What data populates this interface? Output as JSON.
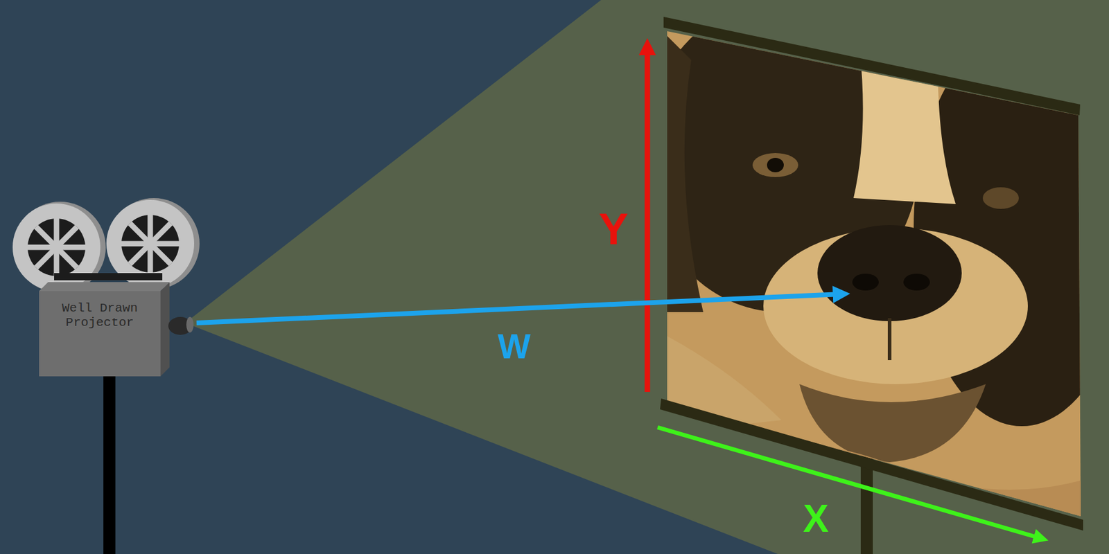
{
  "diagram": {
    "nodes": [
      {
        "text": [
          "Well Drawn Projector"
        ]
      }
    ],
    "labels": [
      "Y",
      "W",
      "X"
    ]
  }
}
